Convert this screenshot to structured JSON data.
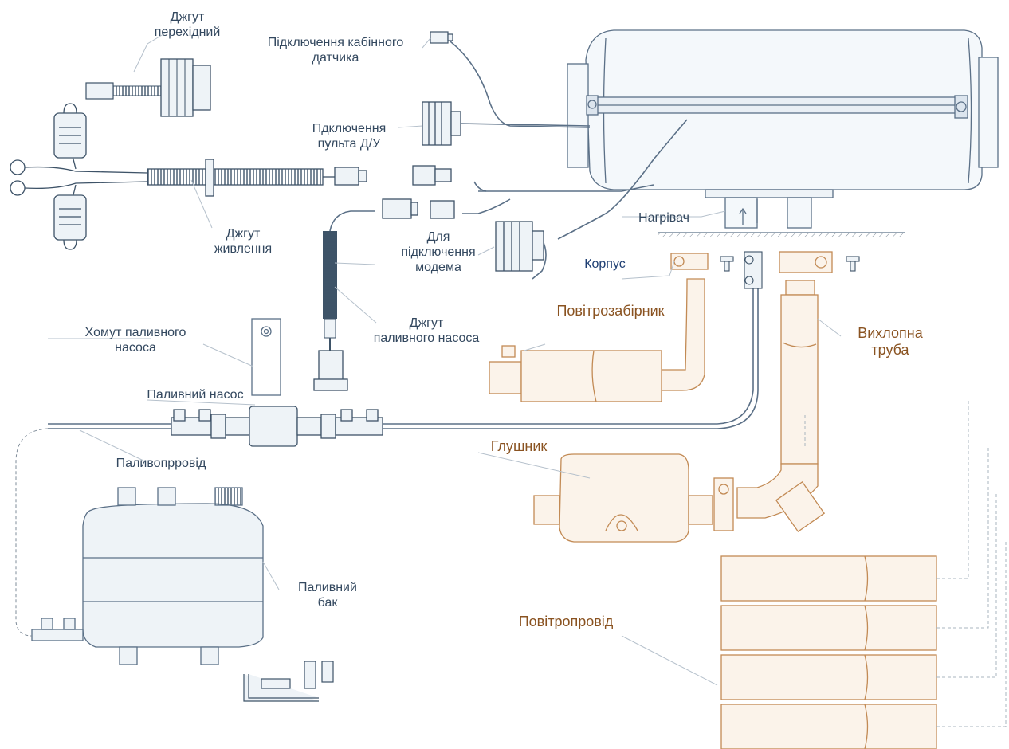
{
  "colors": {
    "blue_line": "#5b7087",
    "blue_text": "#33485f",
    "orange_line": "#c28a54",
    "orange_text": "#8a5321",
    "navy_text": "#1f3f73"
  },
  "labels": {
    "adapter_harness": [
      "Джгут",
      "перехідний"
    ],
    "cab_sensor": [
      "Підключення кабінного",
      "датчика"
    ],
    "remote_panel": [
      "Пдключення",
      "пульта Д/У"
    ],
    "power_harness": [
      "Джгут",
      "живлення"
    ],
    "modem": [
      "Для",
      "підключення",
      "модема"
    ],
    "heater": "Нагрівач",
    "housing": "Корпус",
    "fuel_pump_harness": [
      "Джгут",
      "паливного насоса"
    ],
    "pump_clamp": [
      "Хомут паливного",
      "насоса"
    ],
    "fuel_pump": "Паливний насос",
    "fuel_line": "Паливопрровід",
    "air_intake": "Повітрозабірник",
    "exhaust_pipe": [
      "Вихлопна",
      "труба"
    ],
    "muffler": "Глушник",
    "fuel_tank": [
      "Паливний",
      "бак"
    ],
    "air_duct": "Повітропровід"
  }
}
